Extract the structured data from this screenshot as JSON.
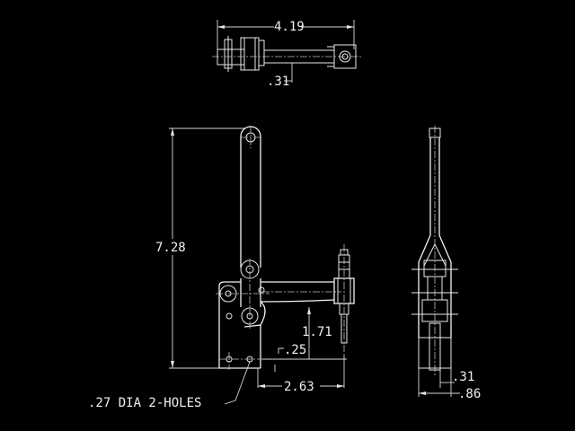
{
  "drawing": {
    "background": "#000000",
    "line_color": "#e8e8e8",
    "dimensions": {
      "top_overall_length": "4.19",
      "top_small": ".31",
      "overall_height": "7.28",
      "spindle_height": "1.71",
      "hole_offset": ".25",
      "spindle_reach": "2.63",
      "side_small": ".31",
      "side_width": ".86"
    },
    "note": ".27 DIA 2-HOLES"
  }
}
